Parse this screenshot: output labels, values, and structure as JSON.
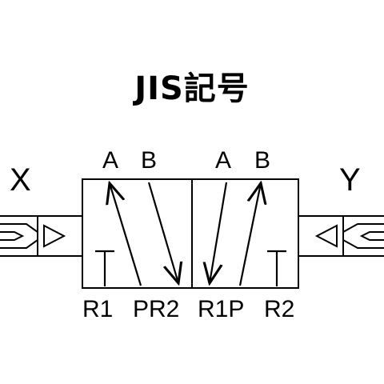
{
  "title": "JIS記号",
  "pilot_left": "X",
  "pilot_right": "Y",
  "ports_top": [
    "A",
    "B",
    "A",
    "B"
  ],
  "ports_bottom": [
    "R1",
    "PR2",
    "R1P",
    "R2"
  ],
  "colors": {
    "line": "#000000",
    "background": "#ffffff"
  }
}
